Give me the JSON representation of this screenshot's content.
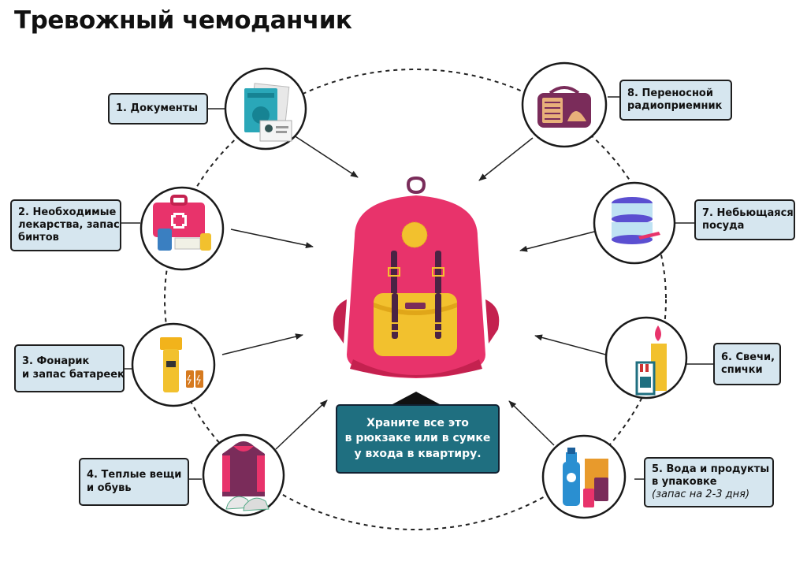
{
  "title": "Тревожный чемоданчик",
  "callout": {
    "lines": [
      "Храните все это",
      "в рюкзаке или в сумке",
      "у входа в квартиру."
    ]
  },
  "items": [
    {
      "lines": [
        "1. Документы"
      ],
      "icon": "passport-icon"
    },
    {
      "lines": [
        "2. Необходимые",
        "лекарства, запас",
        "бинтов"
      ],
      "icon": "first-aid-kit-icon"
    },
    {
      "lines": [
        "3. Фонарик",
        "и запас батареек"
      ],
      "icon": "flashlight-icon"
    },
    {
      "lines": [
        "4. Теплые вещи",
        "и обувь"
      ],
      "icon": "hoodie-sneakers-icon"
    },
    {
      "lines": [
        "5. Вода и продукты",
        "в упаковке"
      ],
      "note": "(запас на 2-3 дня)",
      "icon": "water-food-icon"
    },
    {
      "lines": [
        "6. Свечи,",
        "спички"
      ],
      "icon": "candle-matches-icon"
    },
    {
      "lines": [
        "7. Небьющаяся",
        "посуда"
      ],
      "icon": "containers-icon"
    },
    {
      "lines": [
        "8. Переносной",
        "радиоприемник"
      ],
      "icon": "radio-icon"
    }
  ],
  "center_icon": "backpack-icon",
  "colors": {
    "label_bg": "#d6e6ef",
    "callout_bg": "#1f6f80",
    "backpack": "#e8336b",
    "pocket": "#f2c12e"
  }
}
